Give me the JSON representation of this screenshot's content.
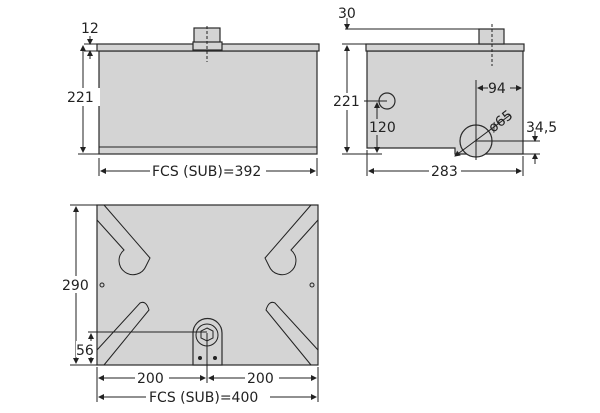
{
  "front_view": {
    "lid_thickness": "12",
    "height": "221",
    "width_label": "FCS (SUB)=392"
  },
  "side_view": {
    "top_offset": "30",
    "height": "221",
    "hole_height": "120",
    "outlet_offset": "94",
    "outlet_diameter": "ø65",
    "outlet_height": "34,5",
    "depth": "283"
  },
  "bottom_view": {
    "depth": "290",
    "pivot_offset": "56",
    "half_width_left": "200",
    "half_width_right": "200",
    "width_label": "FCS (SUB)=400"
  }
}
